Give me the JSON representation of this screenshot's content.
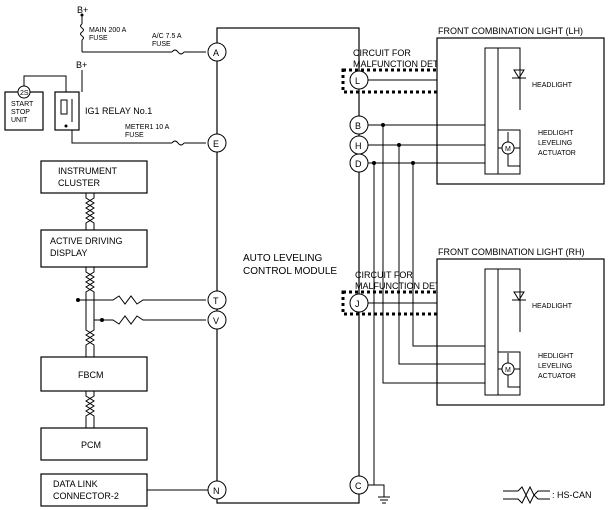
{
  "power": {
    "b_plus_top": "B+",
    "b_plus_relay": "B+"
  },
  "fuses": {
    "main": [
      "MAIN 200 A",
      "FUSE"
    ],
    "ac": [
      "A/C 7.5 A",
      "FUSE"
    ],
    "meter": [
      "METER1 10 A",
      "FUSE"
    ]
  },
  "relay": {
    "label": "IG1 RELAY No.1"
  },
  "start_stop_unit": {
    "badge": "2S",
    "lines": [
      "START",
      "STOP",
      "UNIT"
    ]
  },
  "modules": {
    "instrument_cluster": [
      "INSTRUMENT",
      "CLUSTER"
    ],
    "active_driving_display": [
      "ACTIVE DRIVING",
      "DISPLAY"
    ],
    "fbcm": "FBCM",
    "pcm": "PCM",
    "dlc": [
      "DATA LINK",
      "CONNECTOR-2"
    ]
  },
  "control_module": {
    "lines": [
      "AUTO LEVELING",
      "CONTROL MODULE"
    ]
  },
  "pins": {
    "A": "A",
    "E": "E",
    "T": "T",
    "V": "V",
    "N": "N",
    "L": "L",
    "B": "B",
    "H": "H",
    "D": "D",
    "J": "J",
    "C": "C"
  },
  "circuit_label": [
    "CIRCUIT FOR",
    "MALFUNCTION DETECTION"
  ],
  "lights": {
    "lh": {
      "title": "FRONT COMBINATION LIGHT (LH)",
      "headlight": "HEADLIGHT",
      "actuator": [
        "HEDLIGHT",
        "LEVELING",
        "ACTUATOR"
      ]
    },
    "rh": {
      "title": "FRONT COMBINATION LIGHT (RH)",
      "headlight": "HEADLIGHT",
      "actuator": [
        "HEDLIGHT",
        "LEVELING",
        "ACTUATOR"
      ]
    }
  },
  "motor_symbol": "M",
  "legend": ": HS-CAN"
}
